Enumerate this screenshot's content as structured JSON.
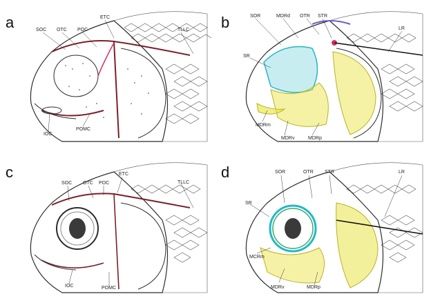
{
  "panels": [
    {
      "letter": "a",
      "labels": [
        "SOC",
        "OTC",
        "POC",
        "ETC",
        "TLLC",
        "IOC",
        "POMC"
      ]
    },
    {
      "letter": "b",
      "labels": [
        "SOR",
        "MDRd",
        "OTR",
        "STR",
        "LR",
        "SR",
        "MDRm",
        "MDRv",
        "MDRp"
      ]
    },
    {
      "letter": "c",
      "labels": [
        "SOC",
        "OTC",
        "POC",
        "ETC",
        "TLLC",
        "IOC",
        "POMC"
      ]
    },
    {
      "letter": "d",
      "labels": [
        "SOR",
        "OTR",
        "STR",
        "LR",
        "SR",
        "MCRm",
        "MDRv",
        "MDRp"
      ]
    }
  ],
  "colors": {
    "outline": "#2b2b2b",
    "canal": "#7a1f2b",
    "canal_highlight": "#d0306a",
    "dots": "#333333",
    "cyan": "#22b8c8",
    "yellow": "#e8e23a",
    "purple": "#6a5acd",
    "green": "#3aa86b"
  }
}
